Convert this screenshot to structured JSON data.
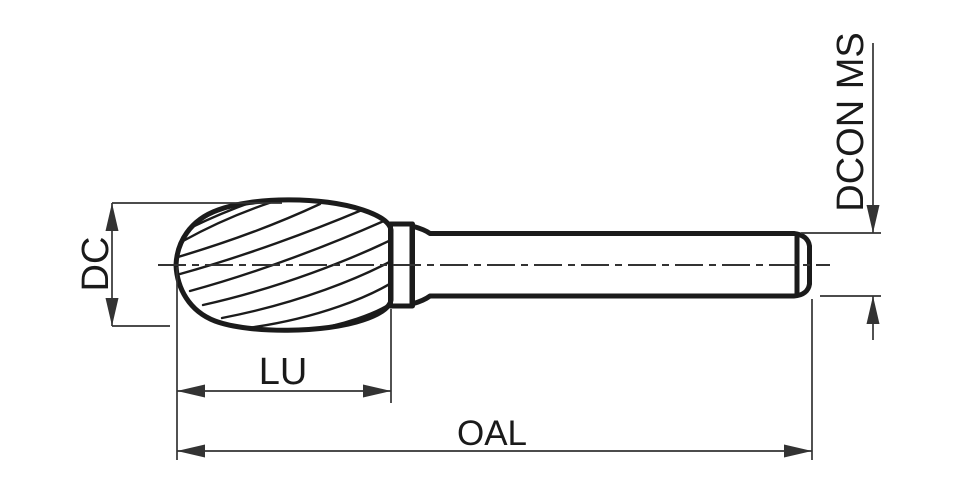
{
  "diagram": {
    "type": "technical-drawing-rotary-burr",
    "labels": {
      "dc": "DC",
      "lu": "LU",
      "oal": "OAL",
      "dcon_ms": "DCON MS"
    },
    "colors": {
      "background": "#ffffff",
      "outline": "#1b1b1b",
      "dimension_lines": "#333333",
      "text": "#1a1a1a"
    }
  }
}
